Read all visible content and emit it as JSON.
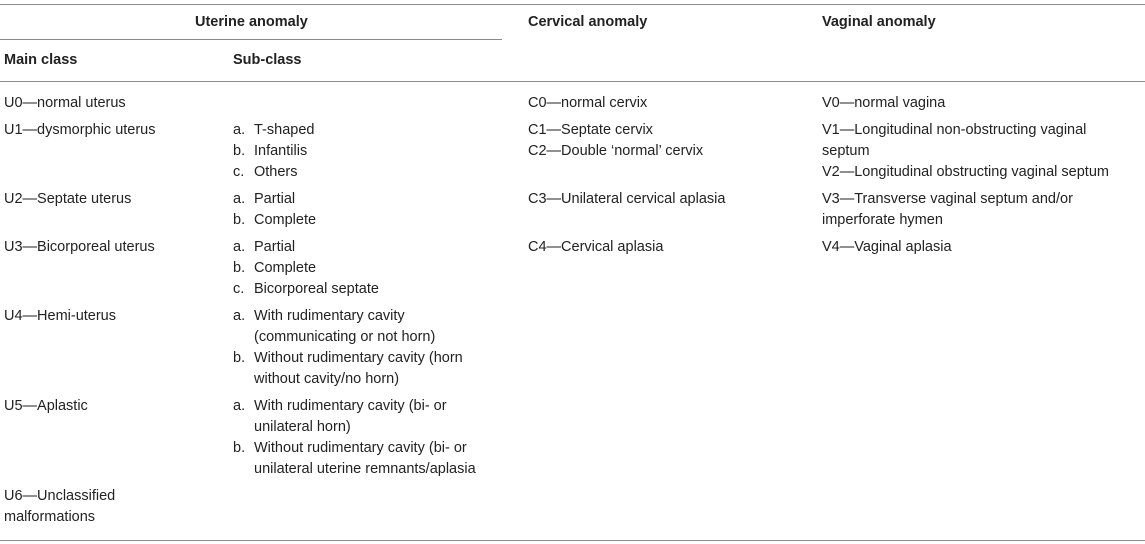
{
  "headers": {
    "uterine": "Uterine anomaly",
    "main_class": "Main class",
    "sub_class": "Sub-class",
    "cervical": "Cervical anomaly",
    "vaginal": "Vaginal anomaly"
  },
  "uterine_rows": [
    {
      "main": [
        "U0—normal uterus"
      ],
      "subs": []
    },
    {
      "main": [
        "U1—dysmorphic uterus"
      ],
      "subs": [
        {
          "letter": "a.",
          "lines": [
            "T-shaped"
          ]
        },
        {
          "letter": "b.",
          "lines": [
            "Infantilis"
          ]
        },
        {
          "letter": "c.",
          "lines": [
            "Others"
          ]
        }
      ]
    },
    {
      "main": [
        "U2—Septate uterus"
      ],
      "subs": [
        {
          "letter": "a.",
          "lines": [
            "Partial"
          ]
        },
        {
          "letter": "b.",
          "lines": [
            "Complete"
          ]
        }
      ]
    },
    {
      "main": [
        "U3—Bicorporeal uterus"
      ],
      "subs": [
        {
          "letter": "a.",
          "lines": [
            "Partial"
          ]
        },
        {
          "letter": "b.",
          "lines": [
            "Complete"
          ]
        },
        {
          "letter": "c.",
          "lines": [
            "Bicorporeal septate"
          ]
        }
      ]
    },
    {
      "main": [
        "U4—Hemi-uterus"
      ],
      "subs": [
        {
          "letter": "a.",
          "lines": [
            "With rudimentary cavity",
            "(communicating or not horn)"
          ]
        },
        {
          "letter": "b.",
          "lines": [
            "Without rudimentary cavity (horn",
            "without cavity/no horn)"
          ]
        }
      ]
    },
    {
      "main": [
        "U5—Aplastic"
      ],
      "subs": [
        {
          "letter": "a.",
          "lines": [
            "With rudimentary cavity (bi- or",
            "unilateral horn)"
          ]
        },
        {
          "letter": "b.",
          "lines": [
            "Without rudimentary cavity (bi- or",
            "unilateral uterine remnants/aplasia"
          ]
        }
      ]
    },
    {
      "main": [
        "U6—Unclassified",
        "malformations"
      ],
      "subs": []
    }
  ],
  "cervical": [
    [
      "C0—normal cervix"
    ],
    [
      "C1—Septate cervix",
      "C2—Double ‘normal’ cervix"
    ],
    [
      "C3—Unilateral cervical aplasia"
    ],
    [
      "C4—Cervical aplasia"
    ]
  ],
  "vaginal": [
    [
      "V0—normal vagina"
    ],
    [
      "V1—Longitudinal non-obstructing vaginal",
      "septum",
      "V2—Longitudinal obstructing vaginal septum"
    ],
    [
      "V3—Transverse vaginal septum and/or",
      "imperforate hymen"
    ],
    [
      "V4—Vaginal aplasia"
    ]
  ]
}
